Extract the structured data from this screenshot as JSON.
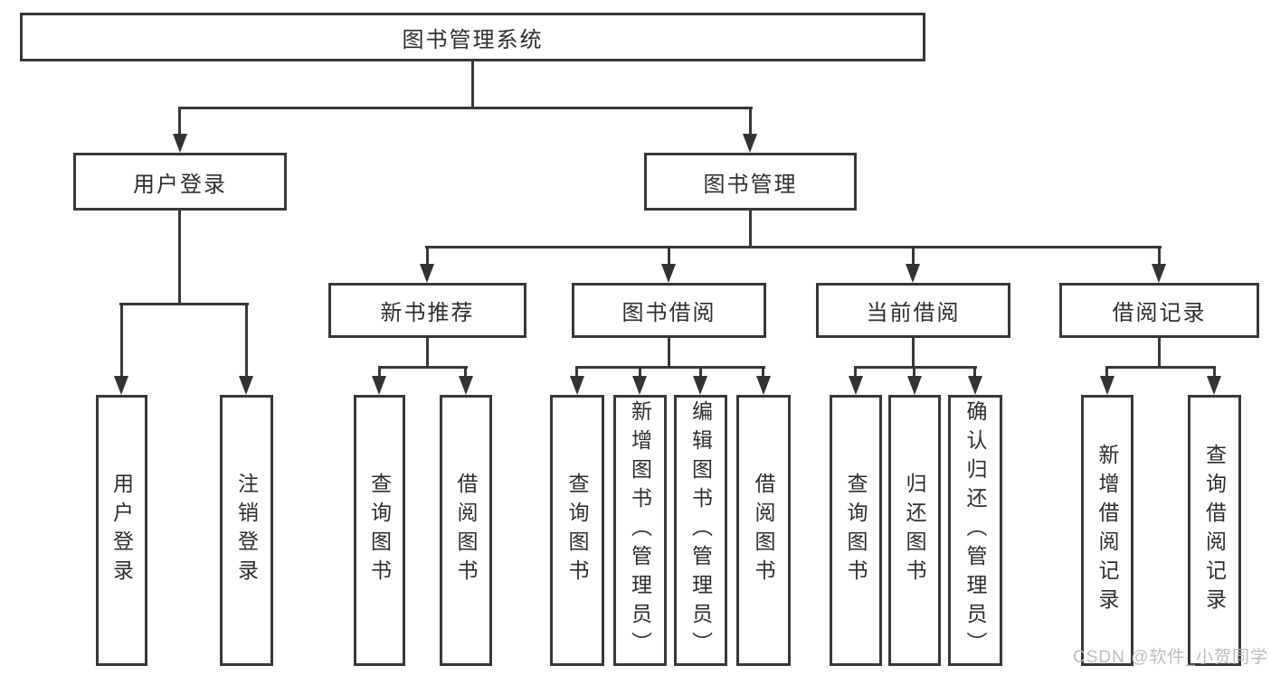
{
  "diagram": {
    "tree": {
      "label": "图书管理系统",
      "children": [
        {
          "label": "用户登录",
          "children": [
            {
              "label": "用户登录"
            },
            {
              "label": "注销登录"
            }
          ]
        },
        {
          "label": "图书管理",
          "children": [
            {
              "label": "新书推荐",
              "children": [
                {
                  "label": "查询图书"
                },
                {
                  "label": "借阅图书"
                }
              ]
            },
            {
              "label": "图书借阅",
              "children": [
                {
                  "label": "查询图书"
                },
                {
                  "label": "新增图书（管理员）"
                },
                {
                  "label": "编辑图书（管理员）"
                },
                {
                  "label": "借阅图书"
                }
              ]
            },
            {
              "label": "当前借阅",
              "children": [
                {
                  "label": "查询图书"
                },
                {
                  "label": "归还图书"
                },
                {
                  "label": "确认归还（管理员）"
                }
              ]
            },
            {
              "label": "借阅记录",
              "children": [
                {
                  "label": "新增借阅记录"
                },
                {
                  "label": "查询借阅记录"
                }
              ]
            }
          ]
        }
      ]
    },
    "colors": {
      "line": "#383838",
      "text": "#2e2e2e",
      "background": "#ffffff",
      "watermark": "#b9b9b9"
    }
  },
  "watermark": {
    "text": "CSDN @软件_小贺同学"
  }
}
